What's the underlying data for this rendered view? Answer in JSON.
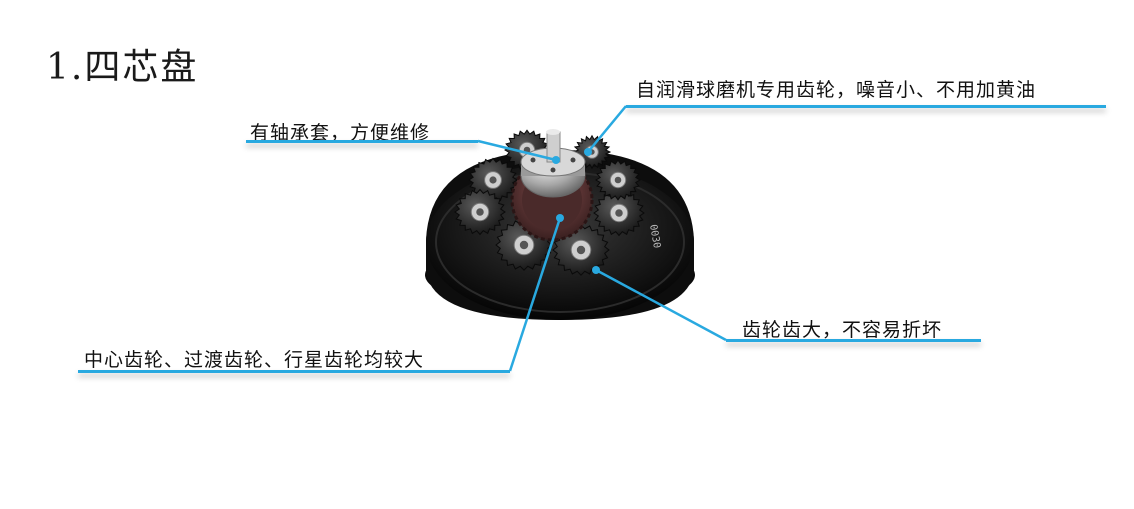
{
  "title": "1.四芯盘",
  "callouts": {
    "top_right": "自润滑球磨机专用齿轮，噪音小、不用加黄油",
    "top_left": "有轴承套，方便维修",
    "bottom_right": "齿轮齿大，不容易折坏",
    "bottom_left": "中心齿轮、过渡齿轮、行星齿轮均较大"
  },
  "colors": {
    "accent": "#29a9e0",
    "text": "#111111"
  },
  "image": {
    "plate_marking": "0030"
  }
}
